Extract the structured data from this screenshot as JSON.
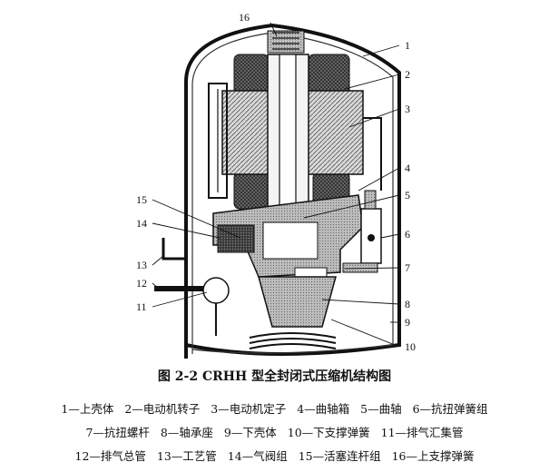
{
  "figure": {
    "callouts": [
      "1",
      "2",
      "3",
      "4",
      "5",
      "6",
      "7",
      "8",
      "9",
      "10",
      "11",
      "12",
      "13",
      "14",
      "15",
      "16"
    ]
  },
  "caption": {
    "title": "图 2-2   CRHH 型全封闭式压缩机结构图",
    "legend_lines": [
      [
        "1—上壳体",
        "2—电动机转子",
        "3—电动机定子",
        "4—曲轴箱",
        "5—曲轴",
        "6—抗扭弹簧组"
      ],
      [
        "7—抗扭螺杆",
        "8—轴承座",
        "9—下壳体",
        "10—下支撑弹簧",
        "11—排气汇集管"
      ],
      [
        "12—排气总管",
        "13—工艺管",
        "14—气阀组",
        "15—活塞连杆组",
        "16—上支撑弹簧"
      ]
    ]
  }
}
